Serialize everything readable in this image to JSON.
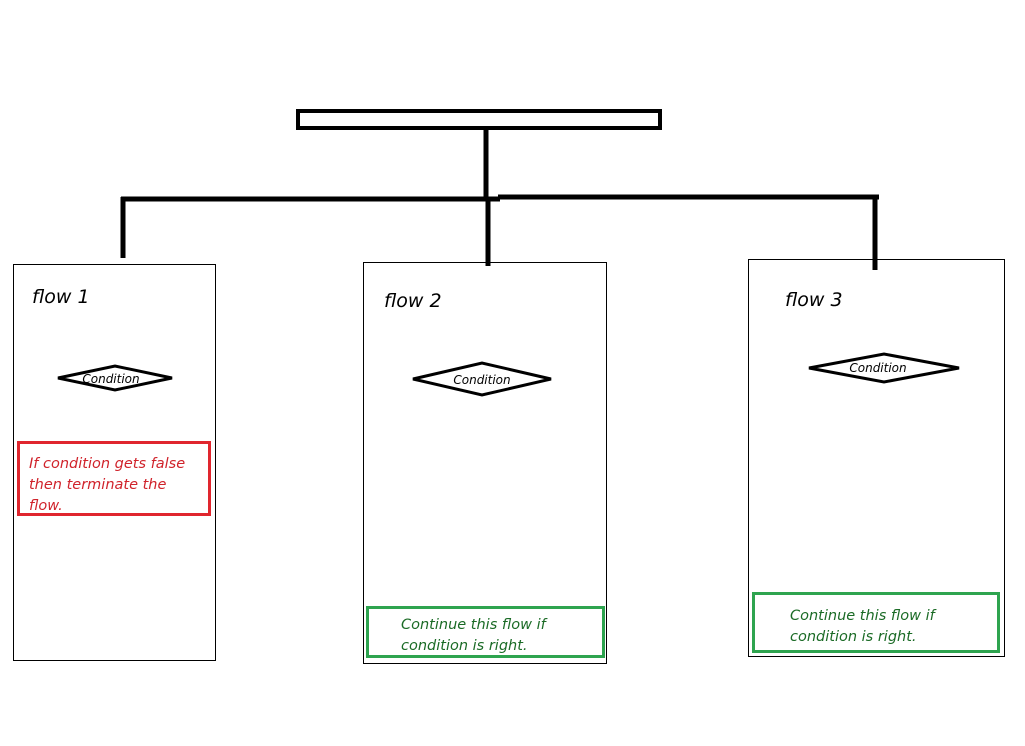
{
  "top_node": {
    "label": ""
  },
  "flows": [
    {
      "title": "flow 1",
      "condition": "Condition",
      "note": "If condition gets false then terminate the flow.",
      "note_color": "#e0262e"
    },
    {
      "title": "flow 2",
      "condition": "Condition",
      "note": "Continue this flow if condition is right.",
      "note_color": "#2ea44f"
    },
    {
      "title": "flow 3",
      "condition": "Condition",
      "note": "Continue this flow if condition is right.",
      "note_color": "#2ea44f"
    }
  ]
}
